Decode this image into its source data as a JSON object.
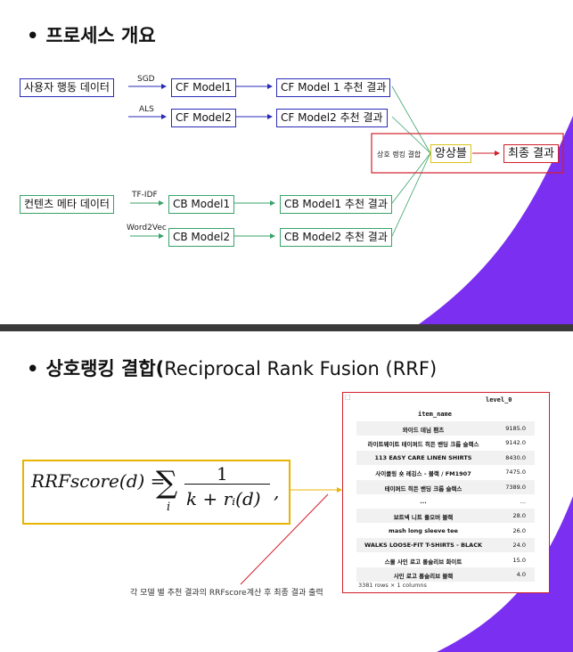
{
  "slide1": {
    "title": "프로세스 개요",
    "bullet": "•",
    "sources": {
      "user": "사용자 행동 데이터",
      "content": "컨텐츠 메타 데이터"
    },
    "methods": {
      "sgd": "SGD",
      "als": "ALS",
      "tfidf": "TF-IDF",
      "w2v": "Word2Vec"
    },
    "models": {
      "cf1": "CF Model1",
      "cf2": "CF Model2",
      "cb1": "CB Model1",
      "cb2": "CB Model2"
    },
    "results": {
      "cf1": "CF Model 1 추천 결과",
      "cf2": "CF Model2 추천 결과",
      "cb1": "CB Model1 추천 결과",
      "cb2": "CB Model2 추천 결과"
    },
    "ensemble_note": "상호 랭킹 결합",
    "ensemble": "앙상블",
    "final": "최종 결과",
    "colors": {
      "accent": "#7b2ff0",
      "blue": "#2a2ab8",
      "green": "#3aa36a",
      "red": "#d21f2b",
      "yellow": "#d8c31a"
    }
  },
  "slide2": {
    "title_bold": "상호랭킹 결합(",
    "title_rest": "Reciprocal Rank Fusion (RRF)",
    "bullet": "•",
    "formula": {
      "lhs": "RRFscore(d) = ",
      "sum": "∑",
      "sub": "i",
      "num": "1",
      "den": "k + rᵢ(d)",
      "tail": ","
    },
    "table": {
      "index_icon": "⬚",
      "col_header": "level_0",
      "index_name": "item_name",
      "rows": [
        {
          "name": "와이드 데님 팬츠",
          "value": "9185.0"
        },
        {
          "name": "라이트웨이트 테이퍼드 히든 밴딩 크롭 슬랙스",
          "value": "9142.0"
        },
        {
          "name": "113 EASY CARE LINEN SHIRTS",
          "value": "8430.0"
        },
        {
          "name": "사이클링 숏 레깅스 - 블랙 / FM1907",
          "value": "7475.0"
        },
        {
          "name": "테이퍼드 히든 밴딩 크롭 슬랙스",
          "value": "7389.0"
        },
        {
          "name": "...",
          "value": "..."
        },
        {
          "name": "보트넥 니트 풀오버 블랙",
          "value": "28.0"
        },
        {
          "name": "mash long sleeve tee",
          "value": "26.0"
        },
        {
          "name": "WALKS LOOSE-FIT T-SHIRTS - BLACK",
          "value": "24.0"
        },
        {
          "name": "스몰 사인 로고 롱슬리브 화이트",
          "value": "15.0"
        },
        {
          "name": "사인 로고 롱슬리브 블랙",
          "value": "4.0"
        }
      ],
      "footer": "3381 rows × 1 columns"
    },
    "caption": "각 모델 별 추천 결과의 RRFscore계산 후 최종 결과 출력"
  }
}
